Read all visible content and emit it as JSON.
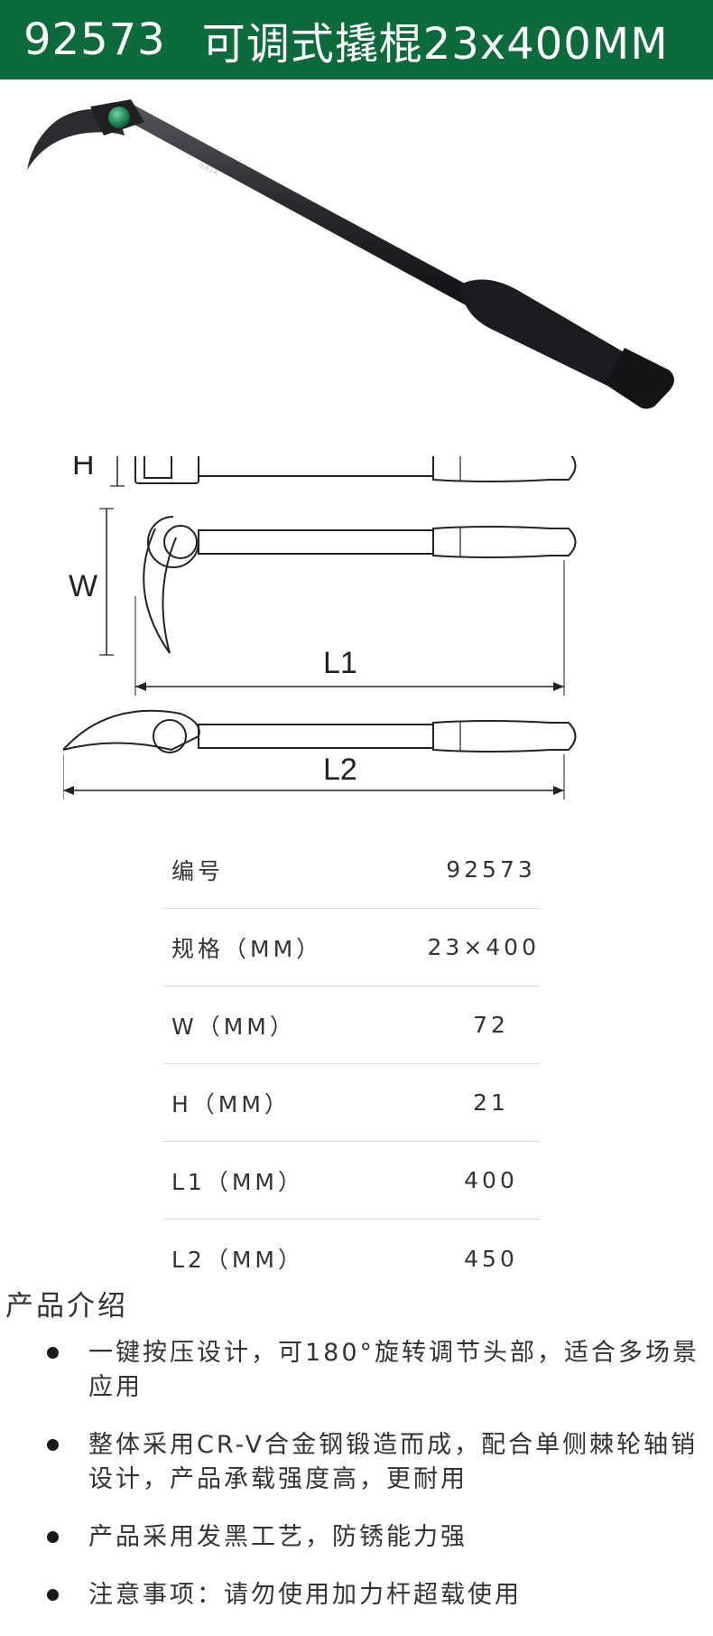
{
  "header": {
    "code": "92573",
    "name": "可调式撬棍23x400MM",
    "bg_color": "#0b6b3a"
  },
  "photo": {
    "brand_text": "SATA",
    "accent_color": "#1f8a55",
    "tool_color": "#2a2a2e"
  },
  "diagram": {
    "label_h": "H",
    "label_w": "W",
    "label_l1": "L1",
    "label_l2": "L2"
  },
  "specs": [
    {
      "label": "编号",
      "value": "92573"
    },
    {
      "label": "规格（MM）",
      "value": "23×400"
    },
    {
      "label": "W（MM）",
      "value": "72"
    },
    {
      "label": "H（MM）",
      "value": "21"
    },
    {
      "label": "L1（MM）",
      "value": "400"
    },
    {
      "label": "L2（MM）",
      "value": "450"
    }
  ],
  "intro": {
    "title": "产品介绍",
    "items": [
      "一键按压设计，可180°旋转调节头部，适合多场景应用",
      "整体采用CR-V合金钢锻造而成，配合单侧棘轮轴销设计，产品承载强度高，更耐用",
      "产品采用发黑工艺，防锈能力强",
      "注意事项：请勿使用加力杆超载使用"
    ]
  }
}
